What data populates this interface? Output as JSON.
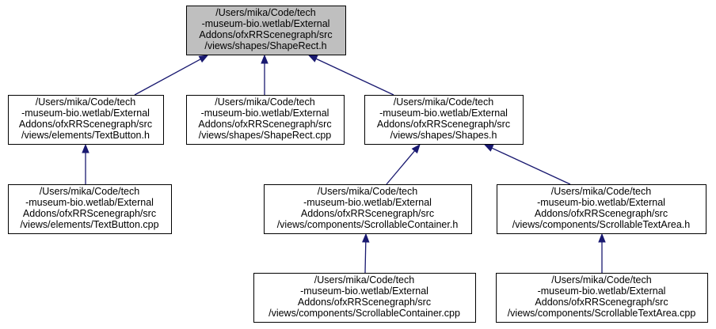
{
  "graph": {
    "colors": {
      "edge": "#191970",
      "root_fill": "#bfbfbf",
      "node_fill": "#ffffff",
      "border": "#000000"
    },
    "nodes": [
      {
        "id": "n0",
        "root": true,
        "lines": [
          "/Users/mika/Code/tech",
          "-museum-bio.wetlab/External",
          "Addons/ofxRRScenegraph/src",
          "/views/shapes/ShapeRect.h"
        ]
      },
      {
        "id": "n1",
        "lines": [
          "/Users/mika/Code/tech",
          "-museum-bio.wetlab/External",
          "Addons/ofxRRScenegraph/src",
          "/views/elements/TextButton.h"
        ]
      },
      {
        "id": "n2",
        "lines": [
          "/Users/mika/Code/tech",
          "-museum-bio.wetlab/External",
          "Addons/ofxRRScenegraph/src",
          "/views/shapes/ShapeRect.cpp"
        ]
      },
      {
        "id": "n3",
        "lines": [
          "/Users/mika/Code/tech",
          "-museum-bio.wetlab/External",
          "Addons/ofxRRScenegraph/src",
          "/views/shapes/Shapes.h"
        ]
      },
      {
        "id": "n4",
        "lines": [
          "/Users/mika/Code/tech",
          "-museum-bio.wetlab/External",
          "Addons/ofxRRScenegraph/src",
          "/views/elements/TextButton.cpp"
        ]
      },
      {
        "id": "n5",
        "lines": [
          "/Users/mika/Code/tech",
          "-museum-bio.wetlab/External",
          "Addons/ofxRRScenegraph/src",
          "/views/components/ScrollableContainer.h"
        ]
      },
      {
        "id": "n6",
        "lines": [
          "/Users/mika/Code/tech",
          "-museum-bio.wetlab/External",
          "Addons/ofxRRScenegraph/src",
          "/views/components/ScrollableTextArea.h"
        ]
      },
      {
        "id": "n7",
        "lines": [
          "/Users/mika/Code/tech",
          "-museum-bio.wetlab/External",
          "Addons/ofxRRScenegraph/src",
          "/views/components/ScrollableContainer.cpp"
        ]
      },
      {
        "id": "n8",
        "lines": [
          "/Users/mika/Code/tech",
          "-museum-bio.wetlab/External",
          "Addons/ofxRRScenegraph/src",
          "/views/components/ScrollableTextArea.cpp"
        ]
      }
    ],
    "edges": [
      {
        "from": "n1",
        "to": "n0"
      },
      {
        "from": "n2",
        "to": "n0"
      },
      {
        "from": "n3",
        "to": "n0"
      },
      {
        "from": "n4",
        "to": "n1"
      },
      {
        "from": "n5",
        "to": "n3"
      },
      {
        "from": "n6",
        "to": "n3"
      },
      {
        "from": "n7",
        "to": "n5"
      },
      {
        "from": "n8",
        "to": "n6"
      }
    ]
  }
}
